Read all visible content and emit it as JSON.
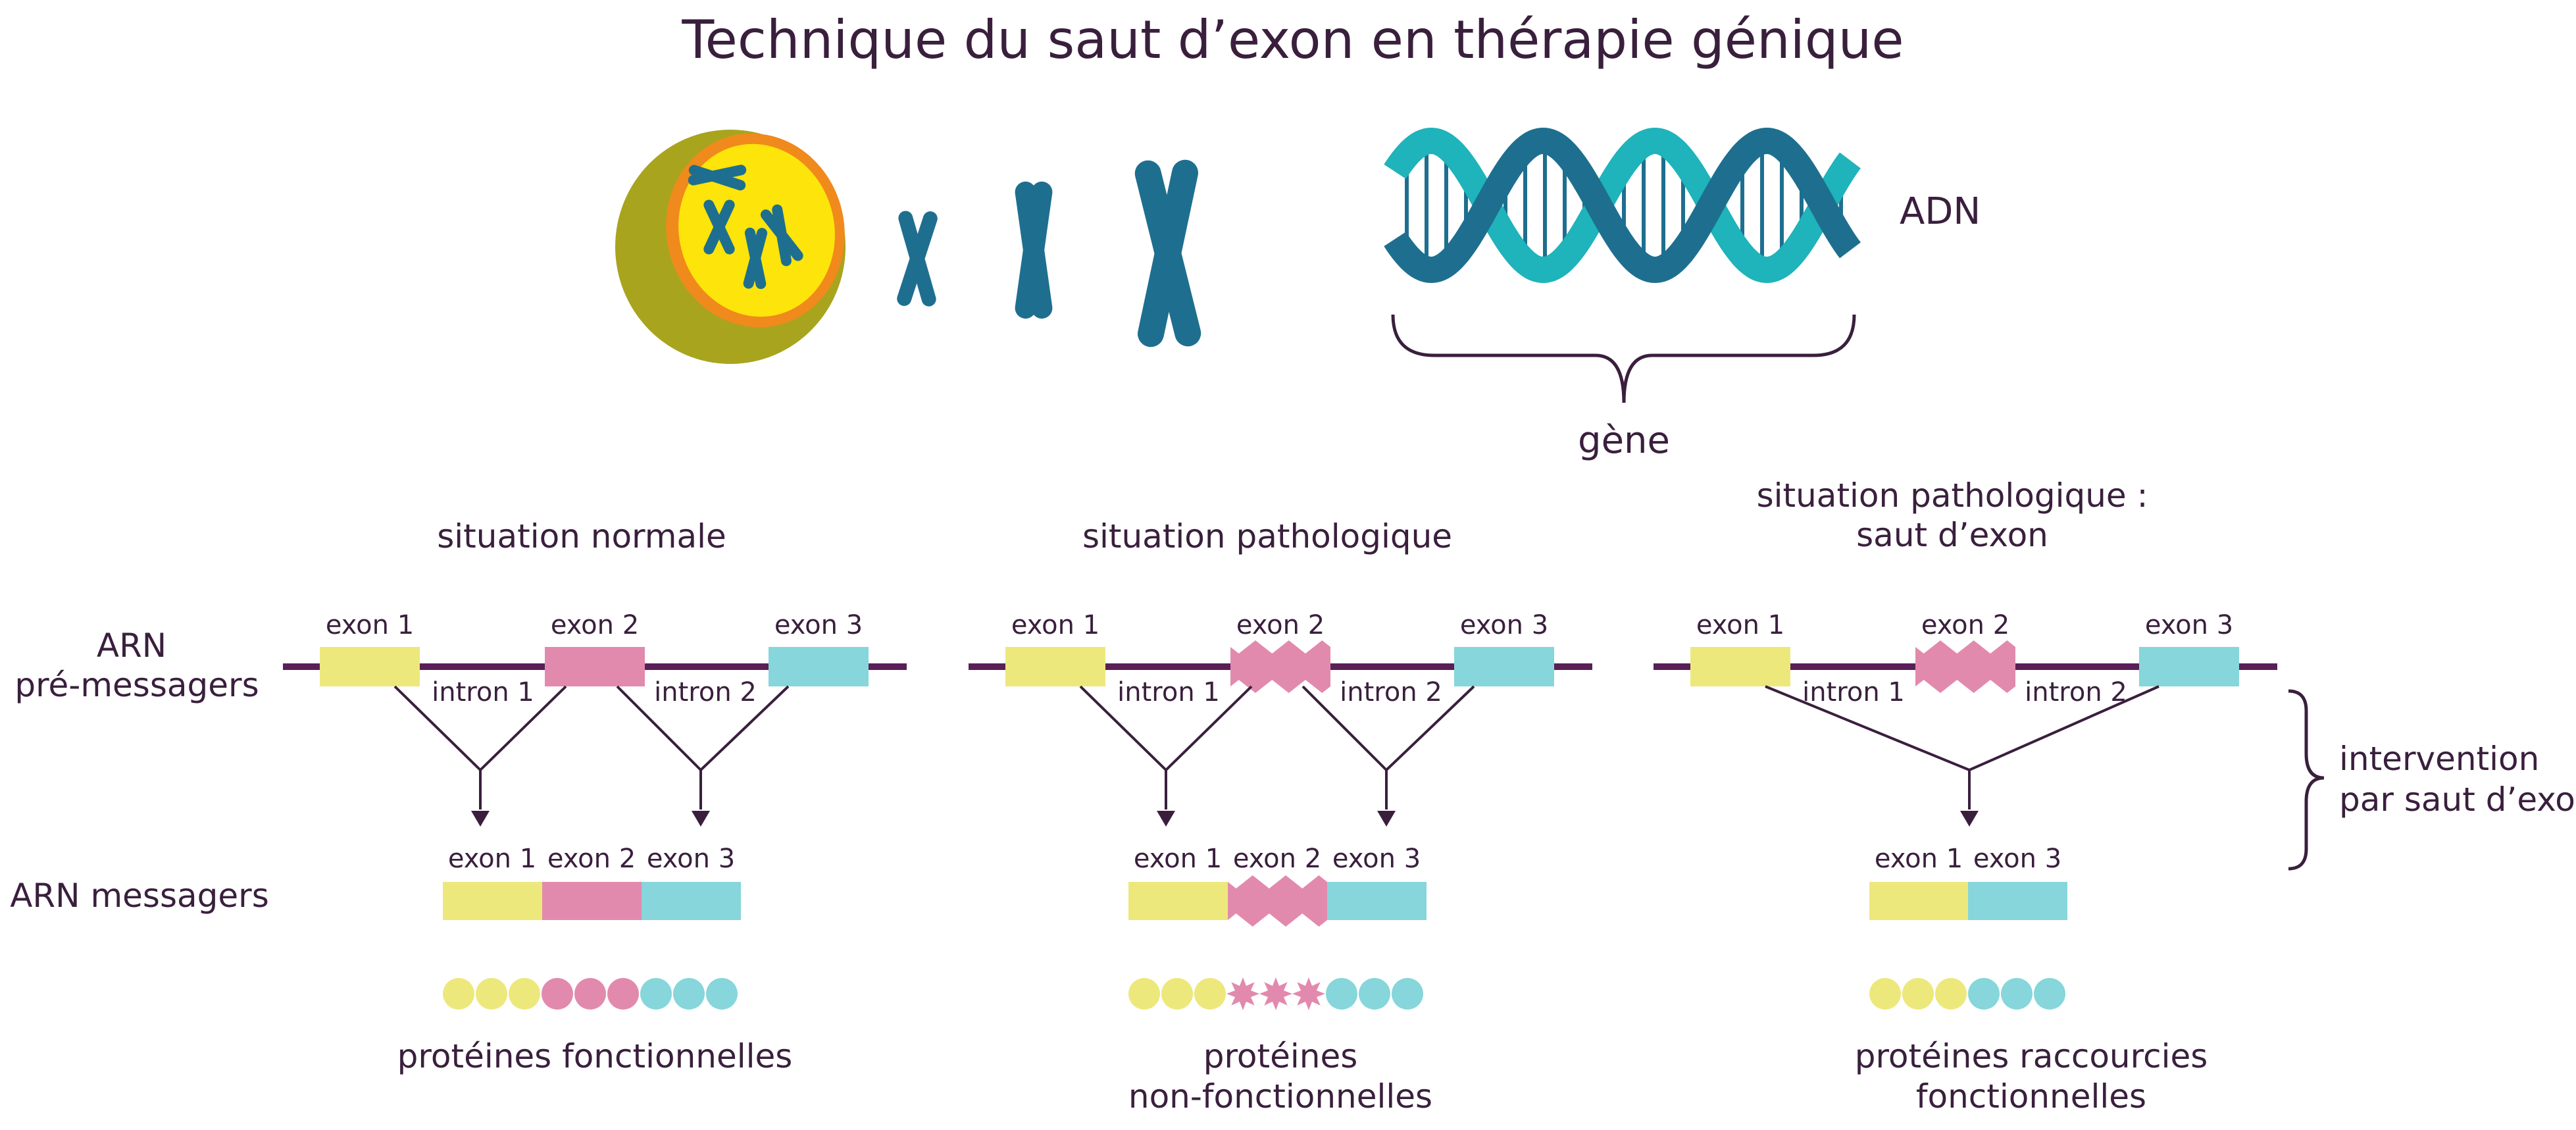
{
  "title": "Technique du saut d’exon en thérapie génique",
  "dna_label": "ADN",
  "gene_label": "gène",
  "row_labels": {
    "pre_mrna": [
      "ARN",
      "pré-messagers"
    ],
    "mrna": "ARN messagers"
  },
  "panels": [
    {
      "heading": [
        "situation normale"
      ],
      "exons": [
        "exon 1",
        "exon 2",
        "exon 3"
      ],
      "introns": [
        "intron 1",
        "intron 2"
      ],
      "mrna_exons": [
        "exon 1",
        "exon 2",
        "exon 3"
      ],
      "protein_label": [
        "protéines fonctionnelles"
      ]
    },
    {
      "heading": [
        "situation pathologique"
      ],
      "exons": [
        "exon 1",
        "exon 2",
        "exon 3"
      ],
      "introns": [
        "intron 1",
        "intron 2"
      ],
      "mrna_exons": [
        "exon 1",
        "exon 2",
        "exon 3"
      ],
      "protein_label": [
        "protéines",
        "non-fonctionnelles"
      ]
    },
    {
      "heading": [
        "situation pathologique :",
        "saut d’exon"
      ],
      "exons": [
        "exon 1",
        "exon 2",
        "exon 3"
      ],
      "introns": [
        "intron 1",
        "intron 2"
      ],
      "mrna_exons": [
        "exon 1",
        "exon 3"
      ],
      "protein_label": [
        "protéines raccourcies",
        "fonctionnelles"
      ]
    }
  ],
  "intervention_label": [
    "intervention",
    "par saut d’exon"
  ],
  "colors": {
    "text": "#3a1f3d",
    "strand": "#5a1f57",
    "exon1": "#ede87c",
    "exon2": "#e28aad",
    "exon3": "#86d6db",
    "dna_dark": "#1e6f8f",
    "dna_light": "#1fb3bb",
    "cell_outer": "#a9a41e",
    "cell_orange": "#f08a1c",
    "cell_yellow": "#fde40a"
  }
}
